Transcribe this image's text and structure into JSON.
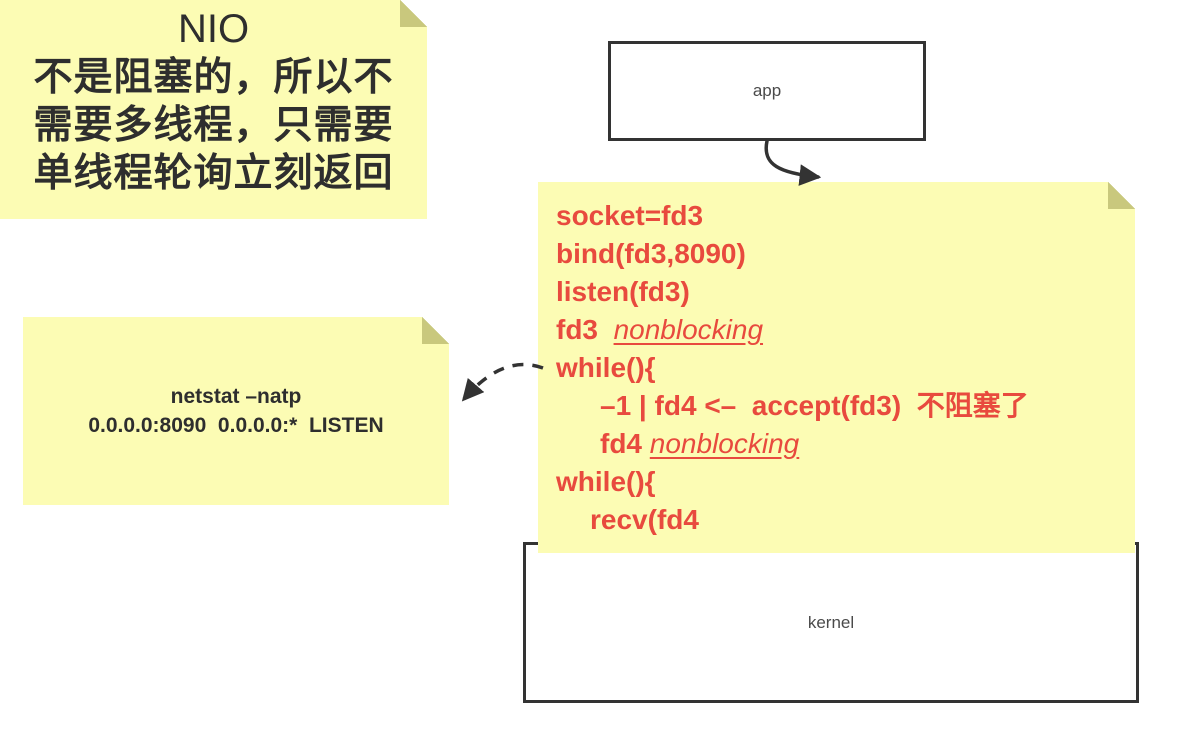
{
  "nio_note": {
    "title": "NIO",
    "lines": [
      "不是阻塞的，所以不",
      "需要多线程，只需要",
      "单线程轮询立刻返回"
    ]
  },
  "netstat_note": {
    "lines": [
      "netstat –natp",
      "0.0.0.0:8090  0.0.0.0:*  LISTEN"
    ]
  },
  "boxes": {
    "app_label": "app",
    "kernel_label": "kernel"
  },
  "code_note": {
    "lines": [
      {
        "indent": 0,
        "segments": [
          {
            "text": "socket=fd3"
          }
        ]
      },
      {
        "indent": 0,
        "segments": [
          {
            "text": "bind(fd3,8090)"
          }
        ]
      },
      {
        "indent": 0,
        "segments": [
          {
            "text": "listen(fd3)"
          }
        ]
      },
      {
        "indent": 0,
        "segments": [
          {
            "text": "fd3  "
          },
          {
            "text": "nonblocking",
            "emphasis": "italic-underline"
          }
        ]
      },
      {
        "indent": 0,
        "segments": [
          {
            "text": "while(){"
          }
        ]
      },
      {
        "indent": 1,
        "segments": [
          {
            "text": "–1 | fd4 <–  accept(fd3)  不阻塞了"
          }
        ]
      },
      {
        "indent": 1,
        "segments": [
          {
            "text": "fd4 "
          },
          {
            "text": "nonblocking",
            "emphasis": "italic-underline"
          }
        ]
      },
      {
        "indent": 0,
        "segments": [
          {
            "text": "while(){"
          }
        ]
      },
      {
        "indent": 2,
        "segments": [
          {
            "text": "recv(fd4"
          }
        ]
      }
    ]
  },
  "colors": {
    "note_background": "#fcfcb4",
    "note_fold": "#c9c87d",
    "code_text": "#e84a3e",
    "dark_text": "#2e2e2e",
    "box_border": "#333333",
    "box_label": "#4a4a4a"
  }
}
